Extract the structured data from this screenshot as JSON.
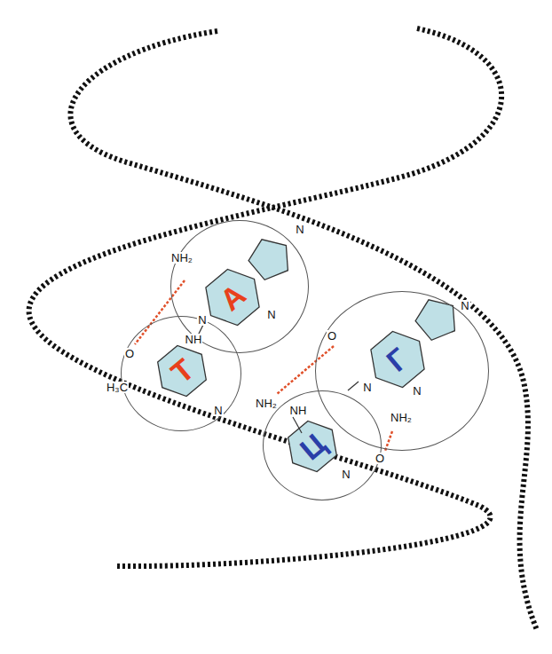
{
  "diagram": {
    "nodes": [
      {
        "text": [
          "А"
        ]
      },
      {
        "text": [
          "Т"
        ]
      },
      {
        "text": [
          "Г"
        ]
      },
      {
        "text": [
          "Ц"
        ]
      }
    ],
    "labels": [
      "NH₂",
      "N",
      "N",
      "N",
      "O",
      "NH",
      "H₃C",
      "N",
      "O",
      "N",
      "N",
      "NH₂",
      "N",
      "NH₂",
      "NH",
      "O",
      "N"
    ]
  }
}
